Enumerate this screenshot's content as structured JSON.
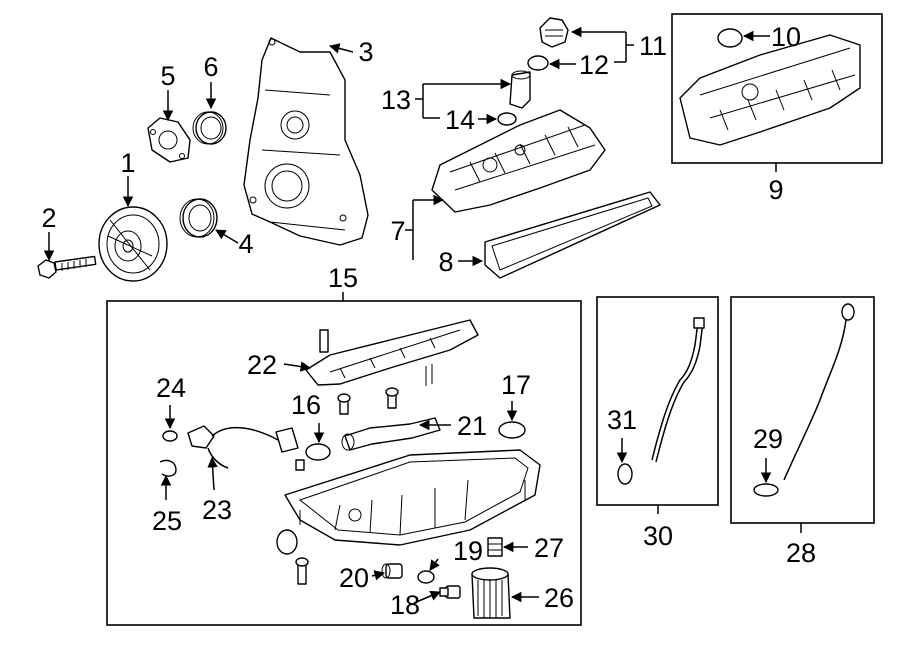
{
  "diagram": {
    "callouts": {
      "c1": "1",
      "c2": "2",
      "c3": "3",
      "c4": "4",
      "c5": "5",
      "c6": "6",
      "c7": "7",
      "c8": "8",
      "c9": "9",
      "c10": "10",
      "c11": "11",
      "c12": "12",
      "c13": "13",
      "c14": "14",
      "c15": "15",
      "c16": "16",
      "c17": "17",
      "c18": "18",
      "c19": "19",
      "c20": "20",
      "c21": "21",
      "c22": "22",
      "c23": "23",
      "c24": "24",
      "c25": "25",
      "c26": "26",
      "c27": "27",
      "c28": "28",
      "c29": "29",
      "c30": "30",
      "c31": "31"
    },
    "colors": {
      "line": "#000000",
      "background": "#ffffff",
      "part_fill": "#f1f1f1"
    }
  }
}
